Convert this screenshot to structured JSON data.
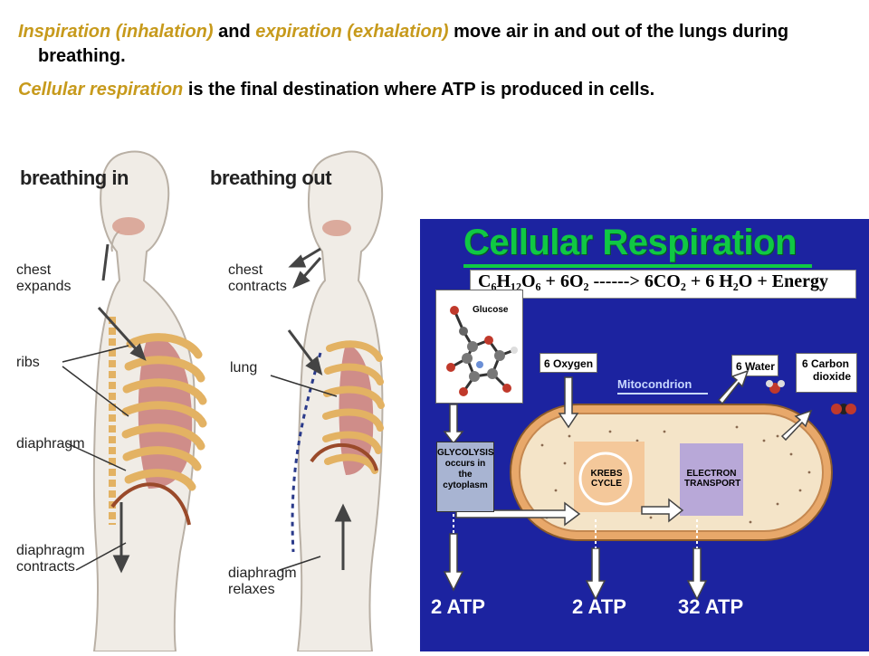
{
  "intro": {
    "p1": {
      "term_inspiration": "Inspiration (inhalation)",
      "text_and": " and ",
      "term_expiration": "expiration (exhalation)",
      "text_rest": " move air in and out of the lungs during breathing."
    },
    "p2": {
      "term_cellular": "Cellular respiration",
      "text_rest": " is the final destination where ATP is produced in cells."
    }
  },
  "breathing_figure": {
    "title_in": "breathing in",
    "title_out": "breathing out",
    "labels_in": {
      "chest_expands": "chest expands",
      "ribs": "ribs",
      "diaphragm": "diaphragm",
      "diaphragm_contracts": "diaphragm contracts"
    },
    "labels_out": {
      "chest_contracts": "chest contracts",
      "lung": "lung",
      "diaphragm_relaxes": "diaphragm relaxes"
    }
  },
  "cellular_respiration": {
    "title": "Cellular Respiration",
    "equation": "C₆H₁₂O₆ + 6O₂  ------> 6CO₂ + 6 H₂O + Energy",
    "glucose_label": "Glucose",
    "oxygen_label": "6 Oxygen",
    "water_label": "6 Water",
    "co2_label_line1": "6 Carbon",
    "co2_label_line2": "dioxide",
    "mitochondrion_label": "Mitocondrion",
    "glycolysis_text": "GLYCOLYSIS occurs in the cytoplasm",
    "krebs_text": "KREBS CYCLE",
    "electron_text": "ELECTRON TRANSPORT",
    "atp_1": "2 ATP",
    "atp_2": "2 ATP",
    "atp_3": "32 ATP"
  },
  "colors": {
    "highlight": "#c79a1c",
    "panel_bg": "#1c23a0",
    "title_green": "#10c844",
    "mitochondria_orange": "#e8a86a",
    "krebs_peach": "#f4c89a",
    "electron_lavender": "#b8a8d8"
  }
}
